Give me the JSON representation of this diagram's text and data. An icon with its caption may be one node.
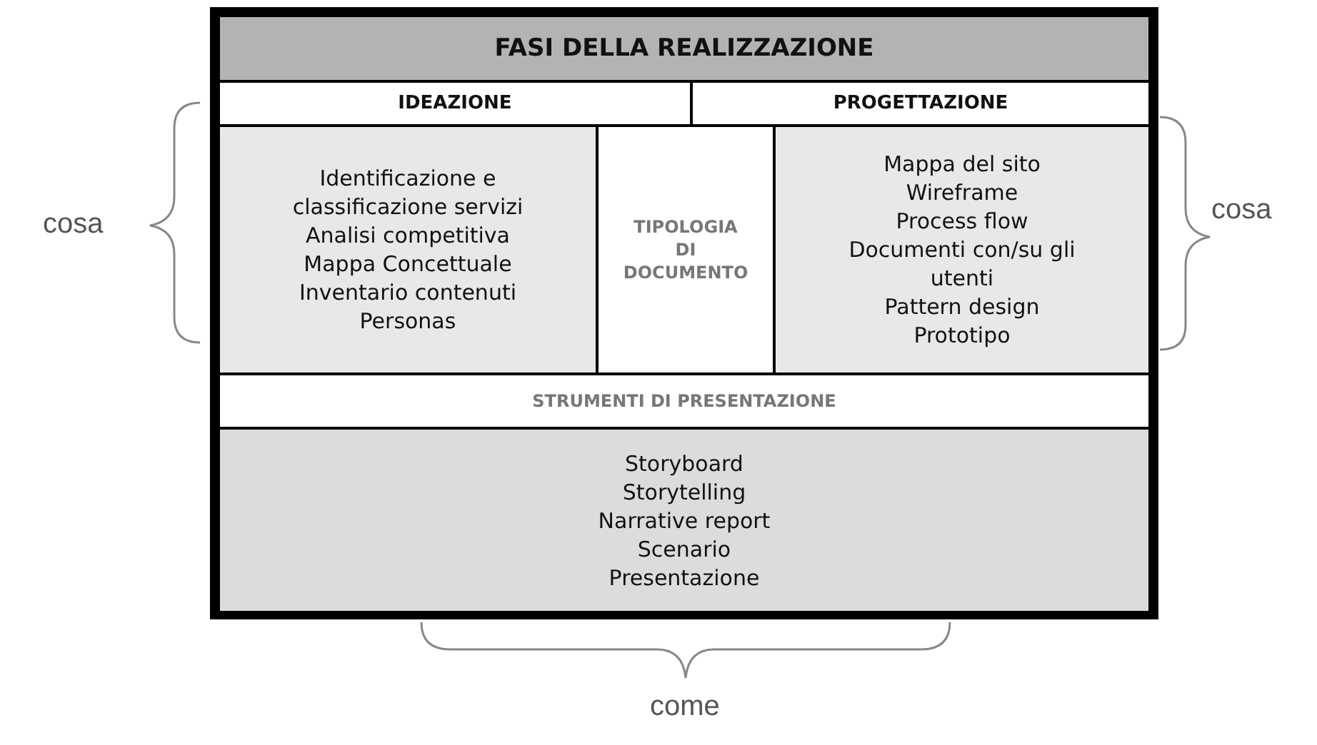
{
  "diagram": {
    "nodes": [
      {
        "text": [
          "FASI DELLA REALIZZAZIONE"
        ]
      },
      {
        "text": [
          "IDEAZIONE"
        ]
      },
      {
        "text": [
          "PROGETTAZIONE"
        ]
      },
      {
        "text": [
          "Identificazione e classificazione servizi",
          "Analisi competitiva",
          "Mappa Concettuale",
          "Inventario contenuti",
          "Personas"
        ]
      },
      {
        "text": [
          "TIPOLOGIA DI DOCUMENTO"
        ]
      },
      {
        "text": [
          "Mappa del sito",
          "Wireframe",
          "Process flow",
          "Documenti con/su gli utenti",
          "Pattern design",
          "Prototipo"
        ]
      },
      {
        "text": [
          "STRUMENTI DI PRESENTAZIONE"
        ]
      },
      {
        "text": [
          "Storyboard",
          "Storytelling",
          "Narrative report",
          "Scenario",
          "Presentazione"
        ]
      }
    ],
    "labels": [
      "cosa",
      "cosa",
      "come"
    ]
  }
}
